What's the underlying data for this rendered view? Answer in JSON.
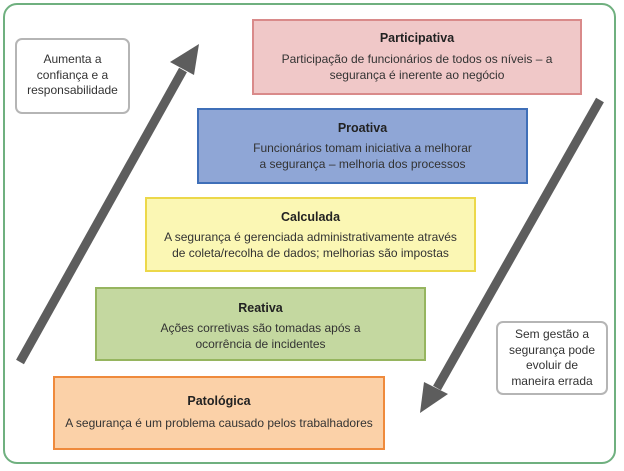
{
  "levels": [
    {
      "title": "Participativa",
      "line1": "Participação de funcionários de todos os níveis – a",
      "line2": "segurança é inerente ao negócio"
    },
    {
      "title": "Proativa",
      "line1": "Funcionários tomam iniciativa a melhorar",
      "line2": "a segurança – melhoria dos processos"
    },
    {
      "title": "Calculada",
      "line1": "A segurança é gerenciada administrativamente através",
      "line2": "de coleta/recolha de dados; melhorias são impostas"
    },
    {
      "title": "Reativa",
      "line1": "Ações corretivas são tomadas após a",
      "line2": "ocorrência de incidentes"
    },
    {
      "title": "Patológica",
      "line1": "A segurança é um problema causado pelos trabalhadores",
      "line2": ""
    }
  ],
  "notes": {
    "left": {
      "line1": "Aumenta a",
      "line2": "confiança e a",
      "line3": "responsabilidade"
    },
    "right": {
      "line1": "Sem gestão a",
      "line2": "segurança pode",
      "line3": "evoluir de",
      "line4": "maneira errada"
    }
  },
  "colors": {
    "frame": "#6fb07f",
    "arrow": "#5d5d5d",
    "participativa_fill": "#f0c8c8",
    "participativa_border": "#d98a8a",
    "proativa_fill": "#8fa6d6",
    "proativa_border": "#3f6fb8",
    "calculada_fill": "#fbf7b4",
    "calculada_border": "#ecd84a",
    "reativa_fill": "#c4d8a0",
    "reativa_border": "#96b55f",
    "patologica_fill": "#fbd1a8",
    "patologica_border": "#ef8a3c"
  },
  "icons": [
    "up-arrow-icon",
    "down-arrow-icon"
  ]
}
